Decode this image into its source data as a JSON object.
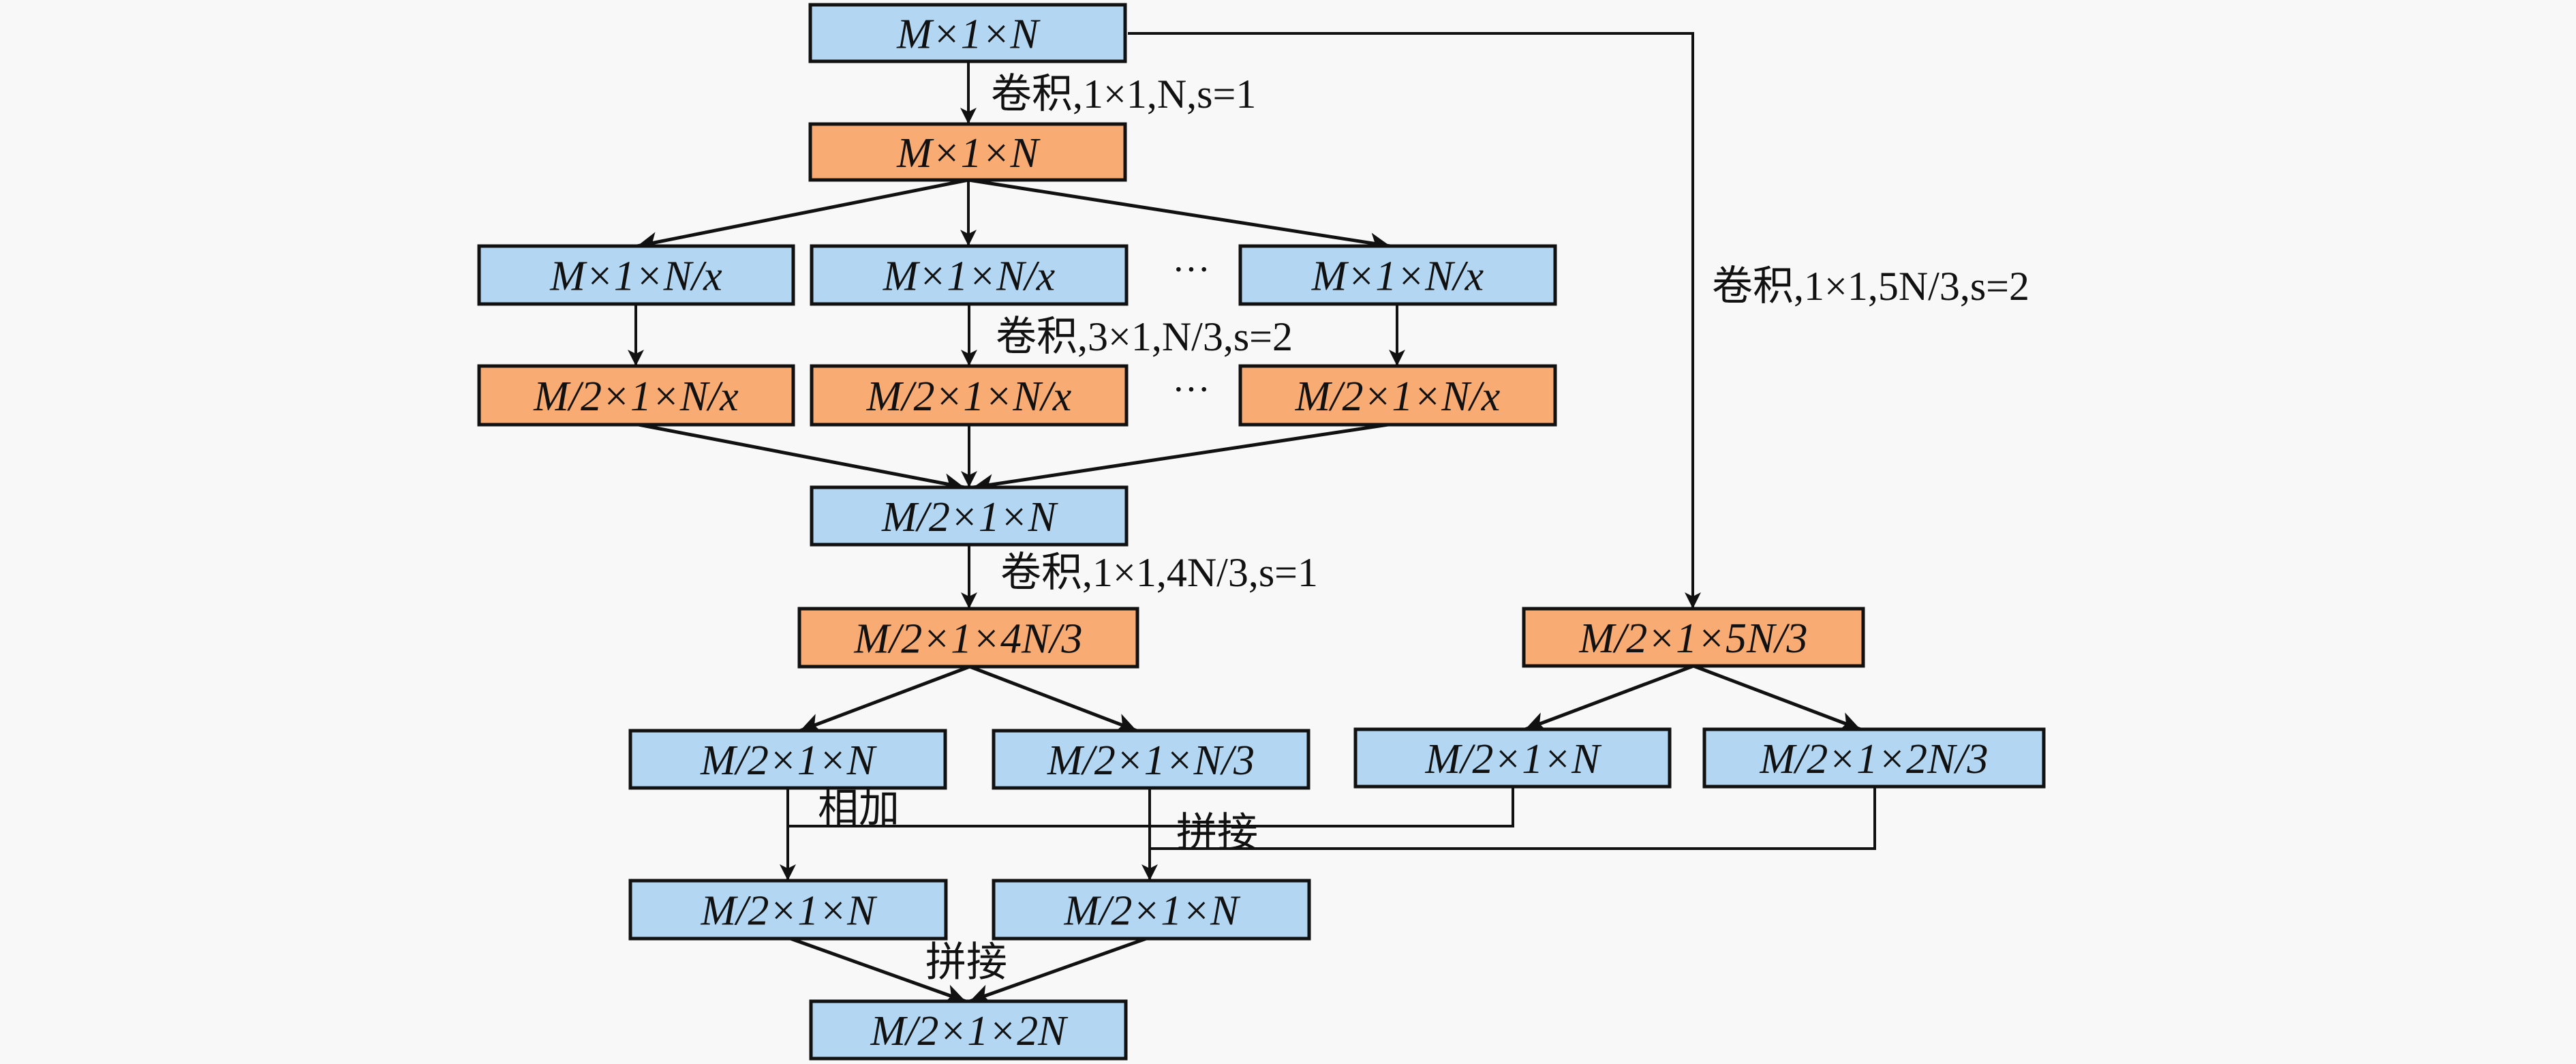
{
  "diagram": {
    "colors": {
      "feature_map": "#b3d7f3",
      "conv_output": "#f8ab72",
      "background": "#f8f8f8",
      "stroke": "#111111"
    },
    "nodes": {
      "input": {
        "text": "M×1×N",
        "kind": "feature_map"
      },
      "conv1_out": {
        "text": "M×1×N",
        "kind": "conv_output"
      },
      "split_1": {
        "text": "M×1×N/x",
        "kind": "feature_map"
      },
      "split_2": {
        "text": "M×1×N/x",
        "kind": "feature_map"
      },
      "split_x": {
        "text": "M×1×N/x",
        "kind": "feature_map"
      },
      "group_conv_1": {
        "text": "M/2×1×N/x",
        "kind": "conv_output"
      },
      "group_conv_2": {
        "text": "M/2×1×N/x",
        "kind": "conv_output"
      },
      "group_conv_x": {
        "text": "M/2×1×N/x",
        "kind": "conv_output"
      },
      "merged": {
        "text": "M/2×1×N",
        "kind": "feature_map"
      },
      "conv3_out": {
        "text": "M/2×1×4N/3",
        "kind": "conv_output"
      },
      "shortcut_out": {
        "text": "M/2×1×5N/3",
        "kind": "conv_output"
      },
      "main_split_a": {
        "text": "M/2×1×N",
        "kind": "feature_map"
      },
      "main_split_b": {
        "text": "M/2×1×N/3",
        "kind": "feature_map"
      },
      "short_split_a": {
        "text": "M/2×1×N",
        "kind": "feature_map"
      },
      "short_split_b": {
        "text": "M/2×1×2N/3",
        "kind": "feature_map"
      },
      "add_result": {
        "text": "M/2×1×N",
        "kind": "feature_map"
      },
      "concat_result": {
        "text": "M/2×1×N",
        "kind": "feature_map"
      },
      "output": {
        "text": "M/2×1×2N",
        "kind": "feature_map"
      }
    },
    "edge_labels": {
      "conv1": "卷积,1×1,N,s=1",
      "group_conv": "卷积,3×1,N/3,s=2",
      "conv3": "卷积,1×1,4N/3,s=1",
      "shortcut_conv": "卷积,1×1,5N/3,s=2",
      "add": "相加",
      "concat_mid": "拼接",
      "concat_final": "拼接"
    },
    "ellipsis": "···"
  }
}
